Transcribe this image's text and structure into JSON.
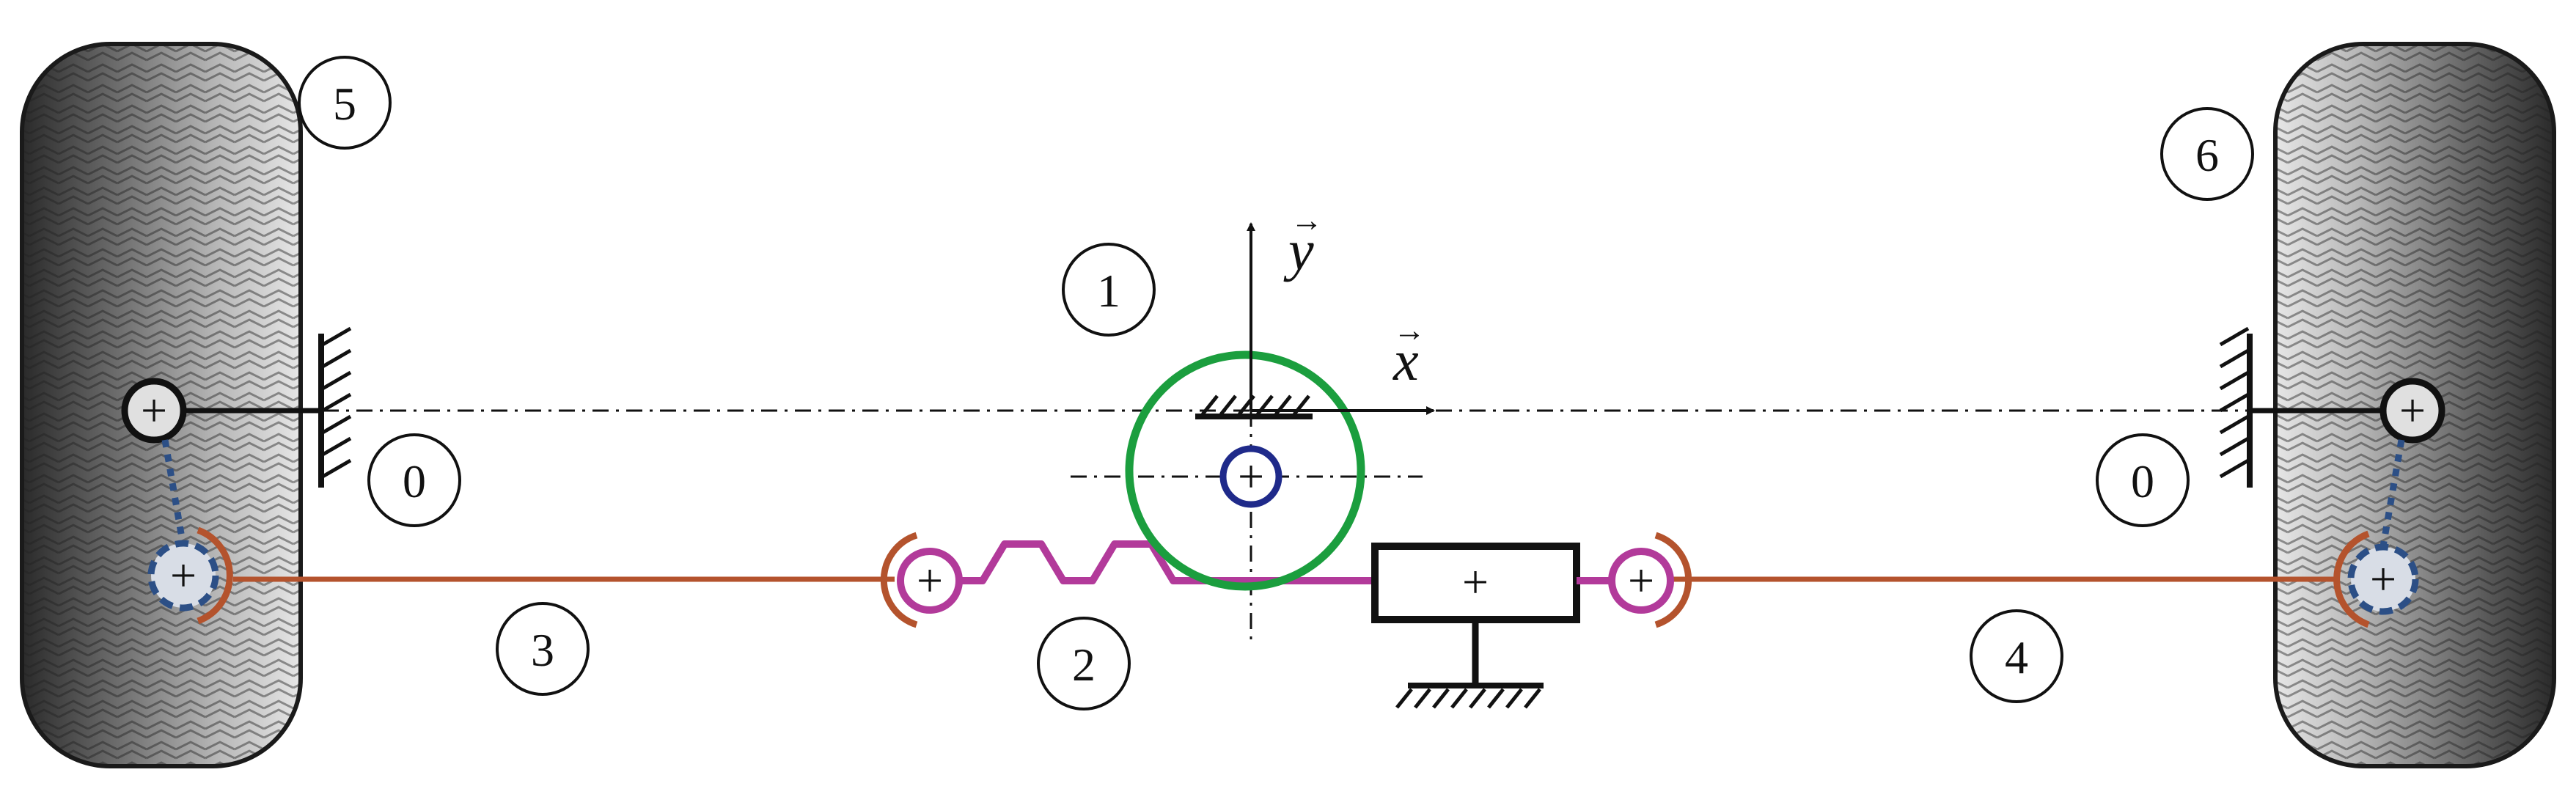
{
  "labels": {
    "body": "1",
    "rack": "2",
    "left_tie_rod": "3",
    "right_tie_rod": "4",
    "left_wheel": "5",
    "right_wheel": "6",
    "ground_left": "0",
    "ground_right": "0"
  },
  "axes": {
    "x": "x",
    "y": "y",
    "arrow_mark": "→"
  },
  "plus": "+",
  "colors": {
    "wheel_ring": "#1b9e3e",
    "pinion": "#1f2a8a",
    "rack": "#b23a9a",
    "tie_rod": "#b4532d",
    "kingpin": "#2c4f86",
    "ink": "#111111"
  }
}
